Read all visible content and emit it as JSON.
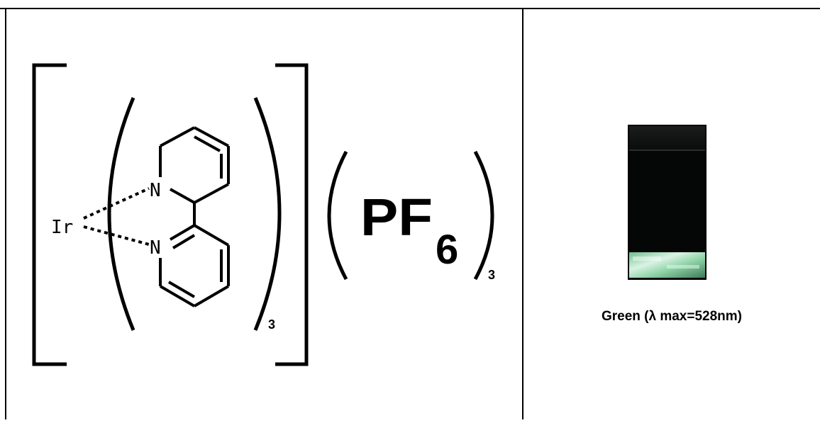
{
  "structure": {
    "metal": "Ir",
    "ligand_atom_top": "N",
    "ligand_atom_bottom": "N",
    "ligand_count": "3",
    "counterion_base": "PF",
    "counterion_subscript": "6",
    "counterion_count": "3"
  },
  "photo": {
    "caption": "Green (λ max=528nm)"
  },
  "colors": {
    "border": "#000000",
    "vial_body": "#050706",
    "vial_glow": "#8fd4a8"
  }
}
